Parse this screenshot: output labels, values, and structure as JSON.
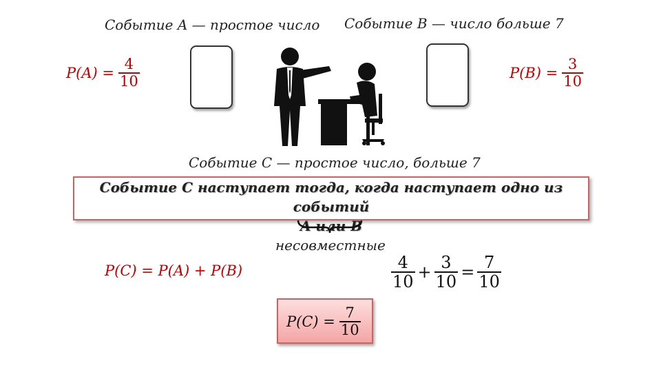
{
  "headings": {
    "event_a": "Событие A — простое число",
    "event_b": "Событие B — число больше 7",
    "event_c": "Событие C — простое число, больше 7"
  },
  "prob_a": {
    "lhs": "P(A) =",
    "num": "4",
    "den": "10"
  },
  "prob_b": {
    "lhs": "P(B) =",
    "num": "3",
    "den": "10"
  },
  "callout": {
    "line1": "Событие C наступает тогда, когда наступает одно из событий",
    "line2": "A или B"
  },
  "brace_label": "несовместные",
  "sum_formula": "P(C) = P(A) + P(B)",
  "arithmetic": {
    "f1_num": "4",
    "f1_den": "10",
    "plus": "+",
    "f2_num": "3",
    "f2_den": "10",
    "equals": "=",
    "r_num": "7",
    "r_den": "10"
  },
  "result": {
    "lhs": "P(C) =",
    "num": "7",
    "den": "10"
  },
  "colors": {
    "formula_red": "#c00000",
    "box_border": "#c96464",
    "box_fill": "#f4a5a5"
  }
}
